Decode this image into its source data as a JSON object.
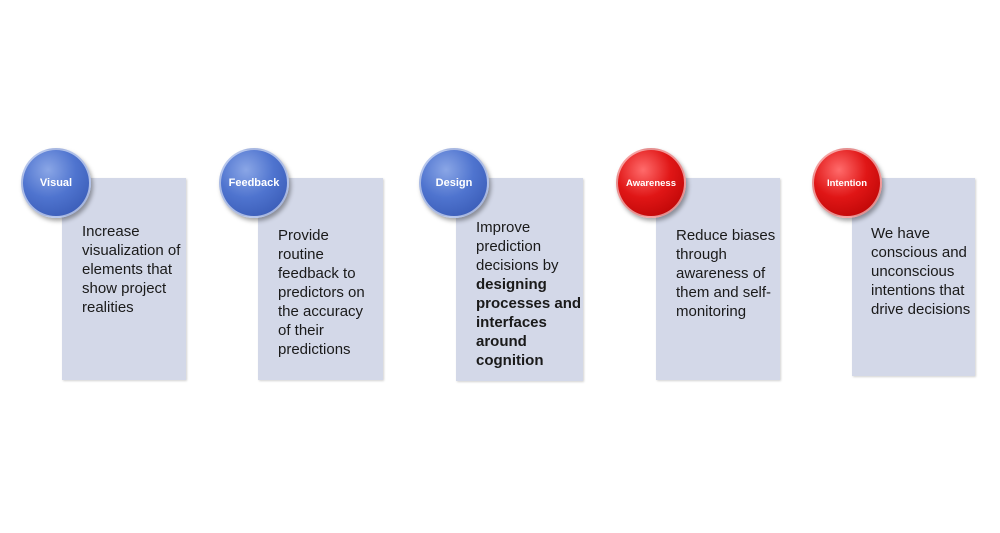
{
  "steps": [
    {
      "label": "Visual",
      "color": "#4f74cf",
      "text": "Increase visualization of elements that show project realities"
    },
    {
      "label": "Feedback",
      "color": "#4f74cf",
      "text": "Provide routine feedback to predictors on the accuracy of their predictions"
    },
    {
      "label": "Design",
      "color": "#4f74cf",
      "text_plain": "Improve prediction decisions by",
      "text_bold": "designing processes and interfaces around cognition"
    },
    {
      "label": "Awareness",
      "color": "#e01616",
      "text": "Reduce biases through awareness of them and self-monitoring"
    },
    {
      "label": "Intention",
      "color": "#e01616",
      "text": "We have conscious and unconscious intentions that drive decisions"
    }
  ]
}
